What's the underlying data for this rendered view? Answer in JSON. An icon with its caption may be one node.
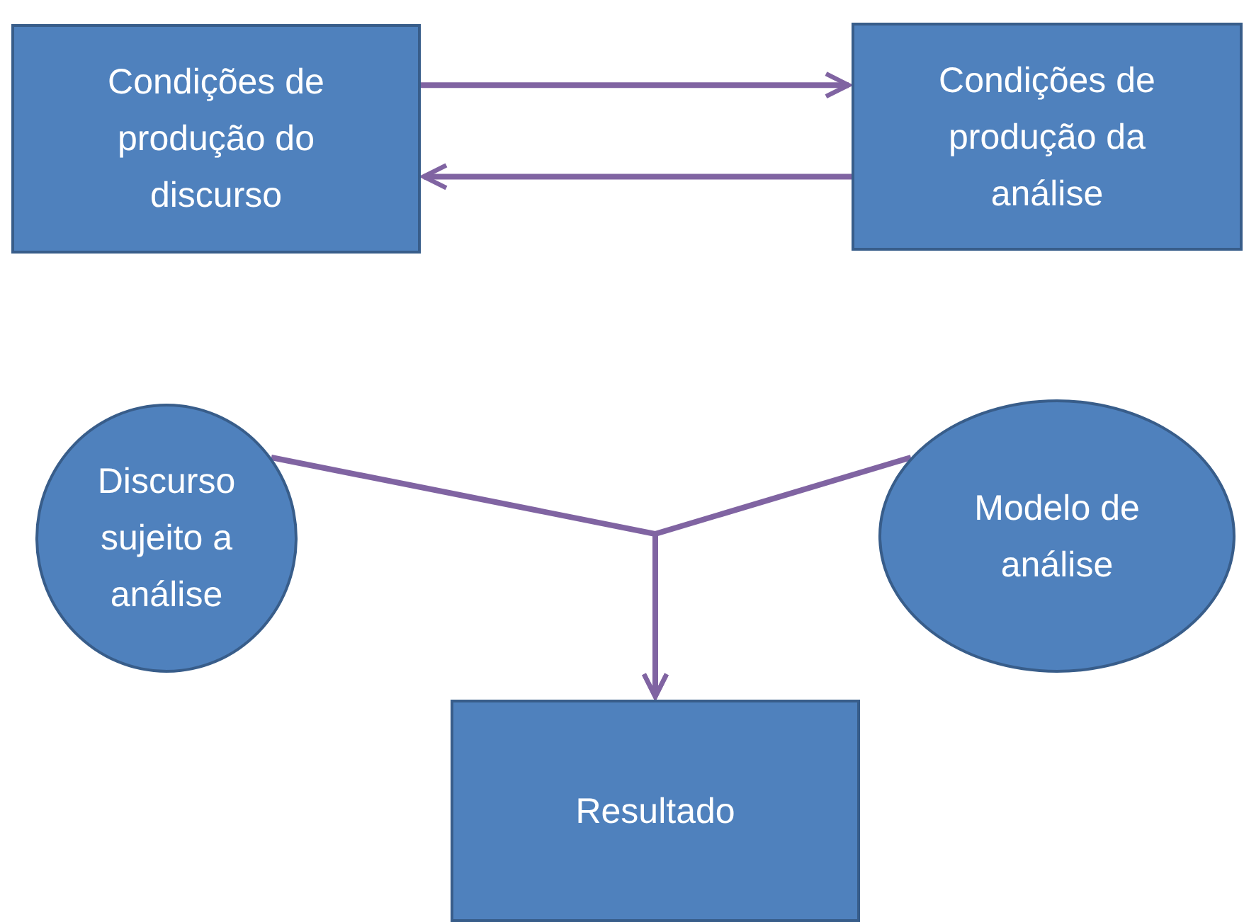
{
  "diagram": {
    "nodes": [
      {
        "text": [
          "Condições de produção do discurso"
        ]
      },
      {
        "text": [
          "Condições de produção da análise"
        ]
      },
      {
        "text": [
          "Discurso sujeito a análise"
        ]
      },
      {
        "text": [
          "Modelo de análise"
        ]
      },
      {
        "text": [
          "Resultado"
        ]
      }
    ],
    "edges": [
      {
        "from": 0,
        "to": 1,
        "arrow": "to"
      },
      {
        "from": 1,
        "to": 0,
        "arrow": "to"
      },
      {
        "from": 2,
        "to": 4,
        "arrow": "to"
      },
      {
        "from": 3,
        "to": 4,
        "arrow": "to"
      }
    ]
  }
}
